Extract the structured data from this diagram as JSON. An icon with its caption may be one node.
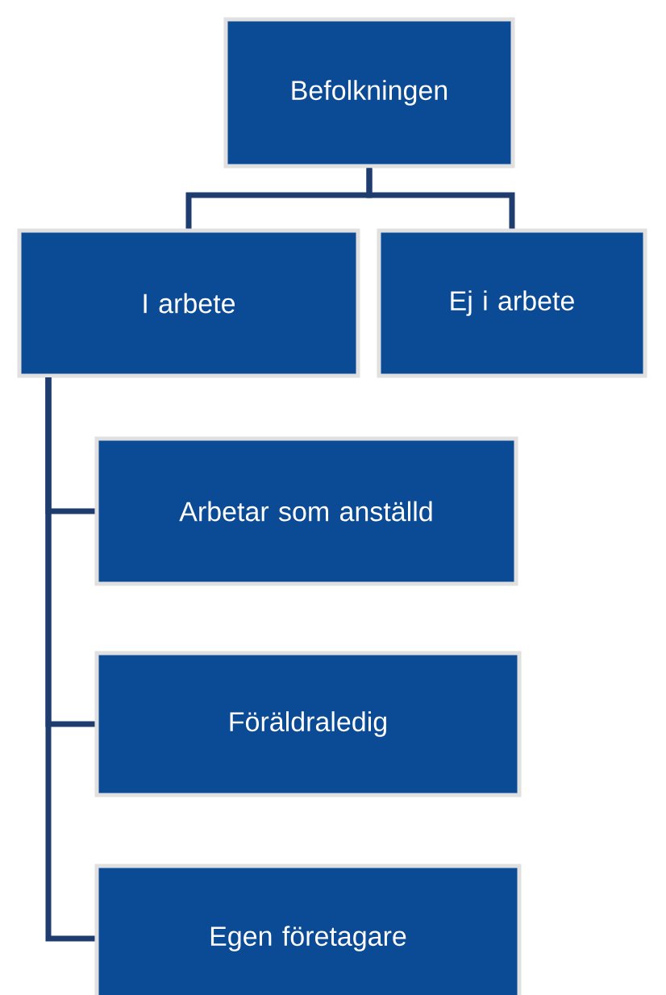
{
  "diagram": {
    "nodes": [
      {
        "text": [
          "Befolkningen"
        ]
      },
      {
        "text": [
          "I arbete"
        ]
      },
      {
        "text": [
          "Ej i arbete"
        ]
      },
      {
        "text": [
          "Arbetar som anställd"
        ]
      },
      {
        "text": [
          "Föräldraledig"
        ]
      },
      {
        "text": [
          "Egen företagare"
        ]
      }
    ],
    "edges": [
      {
        "from": 0,
        "to": 1,
        "arrow": "none"
      },
      {
        "from": 0,
        "to": 2,
        "arrow": "none"
      },
      {
        "from": 1,
        "to": 3,
        "arrow": "none"
      },
      {
        "from": 1,
        "to": 4,
        "arrow": "none"
      },
      {
        "from": 1,
        "to": 5,
        "arrow": "none"
      }
    ]
  }
}
